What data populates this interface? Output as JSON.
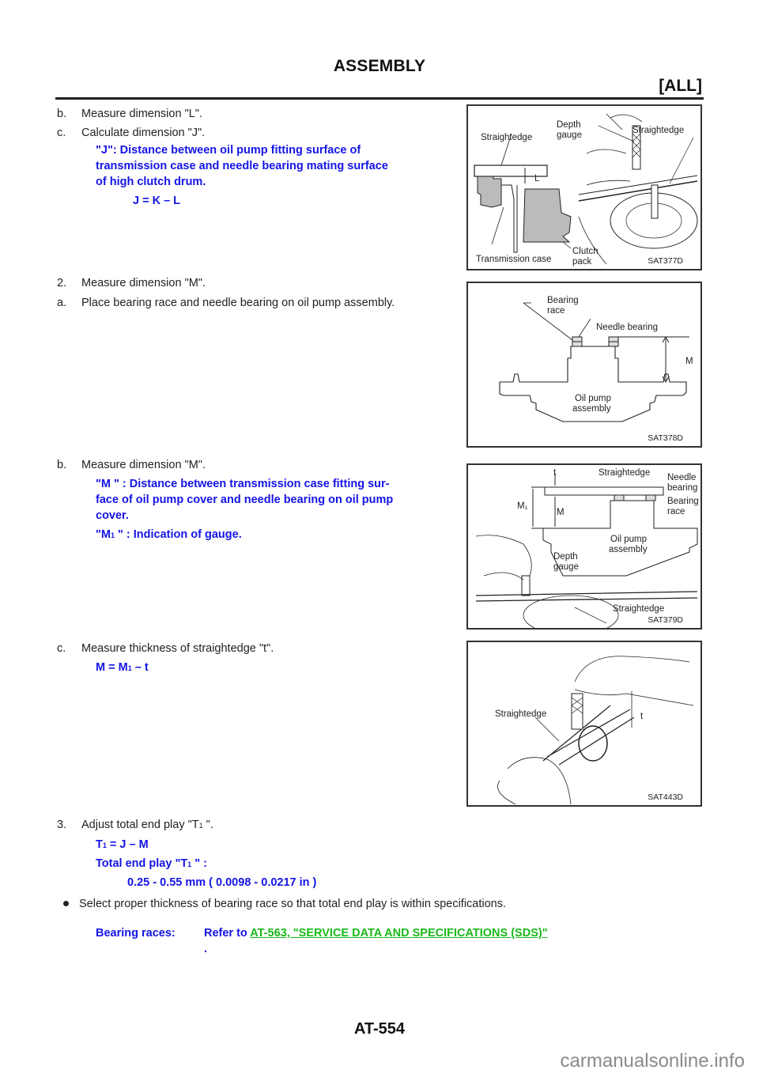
{
  "header": {
    "title": "ASSEMBLY",
    "scope_tag": "[ALL]"
  },
  "steps": {
    "b1": {
      "label": "b.",
      "text": "Measure dimension \"L\"."
    },
    "c1": {
      "label": "c.",
      "text": "Calculate dimension \"J\"."
    },
    "j_def": [
      "\"J\": Distance between oil pump fitting surface of",
      "transmission case and needle bearing mating surface",
      "of high clutch drum."
    ],
    "j_formula": "J = K – L",
    "s2": {
      "label": "2.",
      "text": "Measure dimension \"M\"."
    },
    "a2": {
      "label": "a.",
      "text": "Place bearing race and needle bearing on oil pump assembly."
    },
    "b2": {
      "label": "b.",
      "text": "Measure dimension \"M\"."
    },
    "m_def": [
      "\"M \" : Distance between transmission case fitting sur-",
      "face of oil pump cover and needle bearing on oil pump",
      "cover."
    ],
    "m1_def": {
      "pre": "\"M",
      "sub": "1",
      "post": " \" : Indication of gauge."
    },
    "c2": {
      "label": "c.",
      "text": "Measure thickness of straightedge \"t\"."
    },
    "m_formula": {
      "pre": "M = M",
      "sub": "1",
      "post": "  – t"
    },
    "s3": {
      "label": "3.",
      "pre": "Adjust total end play \"T",
      "sub": "1",
      "post": " \"."
    },
    "t_formula": {
      "pre": "T",
      "sub": "1",
      "post": "  = J – M"
    },
    "t_spec_label": {
      "pre": "Total end play \"T",
      "sub": "1",
      "post": " \" :"
    },
    "t_spec_value": "0.25 - 0.55 mm ( 0.0098 - 0.0217 in )",
    "bullet": "Select proper thickness of bearing race so that total end play is within specifications.",
    "bearing_label": "Bearing races:",
    "bearing_refer": "Refer to ",
    "bearing_link": "AT-563, \"SERVICE DATA AND SPECIFICATIONS (SDS)\"",
    "bearing_period": "."
  },
  "figures": [
    {
      "caption": "SAT377D",
      "labels": {
        "straightedge_left": "Straightedge",
        "depth_gauge_1": "Depth",
        "depth_gauge_2": "gauge",
        "straightedge_right": "Straightedge",
        "l": "L",
        "transmission_case": "Transmission case",
        "clutch_1": "Clutch",
        "clutch_2": "pack"
      }
    },
    {
      "caption": "SAT378D",
      "labels": {
        "bearing_1": "Bearing",
        "bearing_2": "race",
        "needle": "Needle bearing",
        "m": "M",
        "oil_1": "Oil pump",
        "oil_2": "assembly"
      }
    },
    {
      "caption": "SAT379D",
      "labels": {
        "t": "t",
        "straightedge_top": "Straightedge",
        "needle_1": "Needle",
        "needle_2": "bearing",
        "bearing_1": "Bearing",
        "bearing_2": "race",
        "m1": "M₁",
        "m": "M",
        "oil_1": "Oil pump",
        "oil_2": "assembly",
        "depth_1": "Depth",
        "depth_2": "gauge",
        "straightedge_bottom": "Straightedge"
      }
    },
    {
      "caption": "SAT443D",
      "labels": {
        "straightedge": "Straightedge",
        "t": "t"
      }
    }
  ],
  "footer": {
    "page_number": "AT-554",
    "watermark": "carmanualsonline.info"
  },
  "colors": {
    "blue_text": "#1414e6",
    "link_green": "#1ab81a",
    "body_text": "#222222"
  }
}
